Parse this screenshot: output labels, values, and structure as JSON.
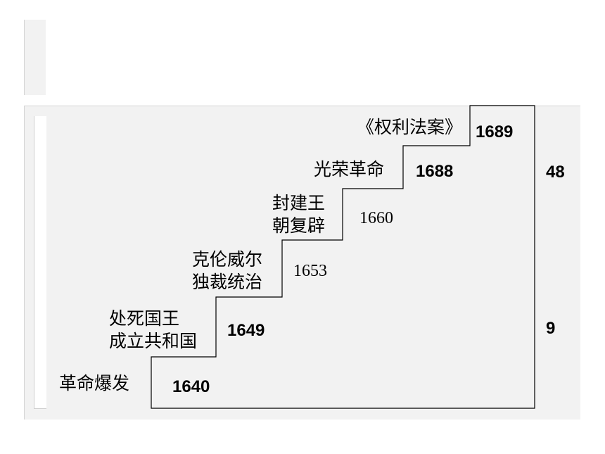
{
  "events": [
    {
      "id": "revolution-outbreak",
      "label": [
        "革命爆发"
      ],
      "year": "1640",
      "year_bold": true
    },
    {
      "id": "execute-king",
      "label": [
        "处死国王",
        "成立共和国"
      ],
      "year": "1649",
      "year_bold": true
    },
    {
      "id": "cromwell-dictatorship",
      "label": [
        "克伦威尔",
        "独裁统治"
      ],
      "year": "1653",
      "year_bold": false
    },
    {
      "id": "feudal-restoration",
      "label": [
        "封建王",
        "朝复辟"
      ],
      "year": "1660",
      "year_bold": false
    },
    {
      "id": "glorious-revolution",
      "label": [
        "光荣革命"
      ],
      "year": "1688",
      "year_bold": true
    },
    {
      "id": "bill-of-rights",
      "label": [
        "《权利法案》"
      ],
      "year": "1689",
      "year_bold": true
    }
  ],
  "durations": {
    "upper": "48",
    "lower": "9"
  },
  "colors": {
    "line": "#000000",
    "panel": "#f2f2f2"
  }
}
